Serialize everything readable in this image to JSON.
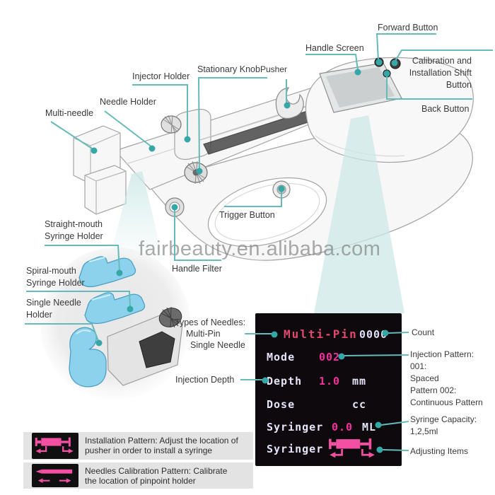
{
  "watermark": {
    "text": "fairbeauty.en.alibaba.com"
  },
  "labels": {
    "multi_needle": "Multi-needle",
    "needle_holder": "Needle Holder",
    "injector_holder": "Injector Holder",
    "stationary_knob": "Stationary Knob",
    "pusher": "Pusher",
    "handle_screen": "Handle Screen",
    "forward_button": "Forward Button",
    "calibration_shift": "Calibration and Installation Shift Button",
    "back_button": "Back Button",
    "trigger_button": "Trigger Button",
    "handle_filter": "Handle Filter",
    "straight_mouth": "Straight-mouth Syringe Holder",
    "spiral_mouth": "Spiral-mouth Syringe Holder",
    "single_needle_holder": "Single Needle Holder"
  },
  "annotations": {
    "types_title": "Types of Needles:",
    "types_items": [
      "Multi-Pin",
      "Single Needle"
    ],
    "injection_depth": "Injection Depth"
  },
  "screen": {
    "needle_type": "Multi-Pin",
    "count_value": "0000",
    "mode_label": "Mode",
    "mode_value": "002",
    "depth_label": "Depth",
    "depth_value": "1.0",
    "depth_unit": "mm",
    "dose_label": "Dose",
    "dose_unit": "cc",
    "syringe_label": "Syringer",
    "syringe_value": "0.0",
    "syringe_unit": "ML",
    "syringe2_label": "Syringer",
    "syringe2_icon": "syringe-adjust-icon"
  },
  "right_labels": {
    "count": "Count",
    "injection_lines": [
      "Injection Pattern:",
      "001:",
      "Spaced",
      "Pattern 002:",
      "Continuous Pattern"
    ],
    "capacity_lines": [
      "Syringe Capacity:",
      "1,2,5ml"
    ],
    "adjusting": "Adjusting Items"
  },
  "legend": {
    "items": [
      {
        "icon": "syringe-install-icon",
        "text": "Installation Pattern: Adjust the location of pusher in order to install a syringe"
      },
      {
        "icon": "needles-calibration-icon",
        "text": "Needles Calibration Pattern: Calibrate the location of pinpoint holder"
      }
    ]
  },
  "colors": {
    "accent_teal": "#57b6b5",
    "connector_dot": "#35a7a6",
    "screen_bg": "#0d090c",
    "screen_pink": "#f3309b",
    "screen_title_pink": "#e2486e",
    "screen_white": "#e6e4fa",
    "holder_blue": "#8dd2ec",
    "legend_bar_gray": "#e3e3e3",
    "legend_box_black": "#111010",
    "watermark_gray": "#767676"
  }
}
